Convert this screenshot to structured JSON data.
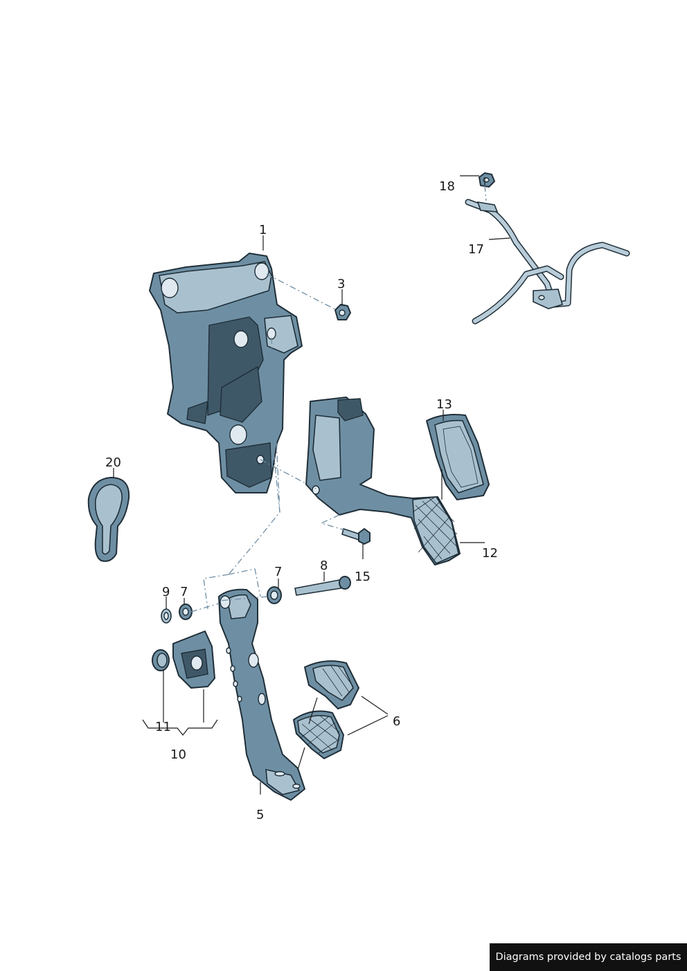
{
  "callouts": [
    {
      "id": "1",
      "label": "1"
    },
    {
      "id": "3",
      "label": "3"
    },
    {
      "id": "5",
      "label": "5"
    },
    {
      "id": "6",
      "label": "6"
    },
    {
      "id": "7a",
      "label": "7"
    },
    {
      "id": "7b",
      "label": "7"
    },
    {
      "id": "8",
      "label": "8"
    },
    {
      "id": "9",
      "label": "9"
    },
    {
      "id": "10",
      "label": "10"
    },
    {
      "id": "11",
      "label": "11"
    },
    {
      "id": "12",
      "label": "12"
    },
    {
      "id": "13",
      "label": "13"
    },
    {
      "id": "15",
      "label": "15"
    },
    {
      "id": "17",
      "label": "17"
    },
    {
      "id": "18",
      "label": "18"
    },
    {
      "id": "20",
      "label": "20"
    }
  ],
  "credit": {
    "text": "Diagrams provided by catalogs parts"
  },
  "colors": {
    "part_fill": "#6e8fa3",
    "outline": "#1f2e38",
    "highlight": "#a9c1cf",
    "credit_bg": "#111111"
  }
}
